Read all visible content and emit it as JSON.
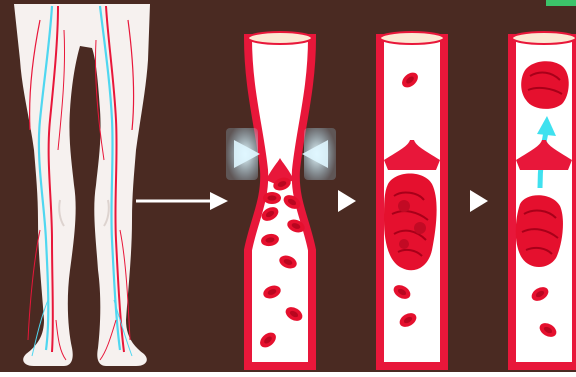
{
  "illustration": {
    "background_color": "#4a2a22",
    "skin_color": "#f6f1ef",
    "vein_blue": "#4fd7f0",
    "artery_red": "#e8173a",
    "vessel_wall_red": "#e8173a",
    "blood_cell_red": "#e5102e",
    "glow_color": "#bfeaf8",
    "arrow_white": "#ffffff",
    "arrow_cyan": "#3fe1ef",
    "corner_mark_color": "#3cc36a"
  },
  "panels": [
    {
      "id": "legs",
      "description_icon": "legs-vein-icon"
    },
    {
      "id": "compressed-vessel",
      "description_icon": "compression-icon"
    },
    {
      "id": "clot-forming",
      "description_icon": "clot-icon"
    },
    {
      "id": "clot-detaching",
      "description_icon": "embolus-icon"
    }
  ]
}
